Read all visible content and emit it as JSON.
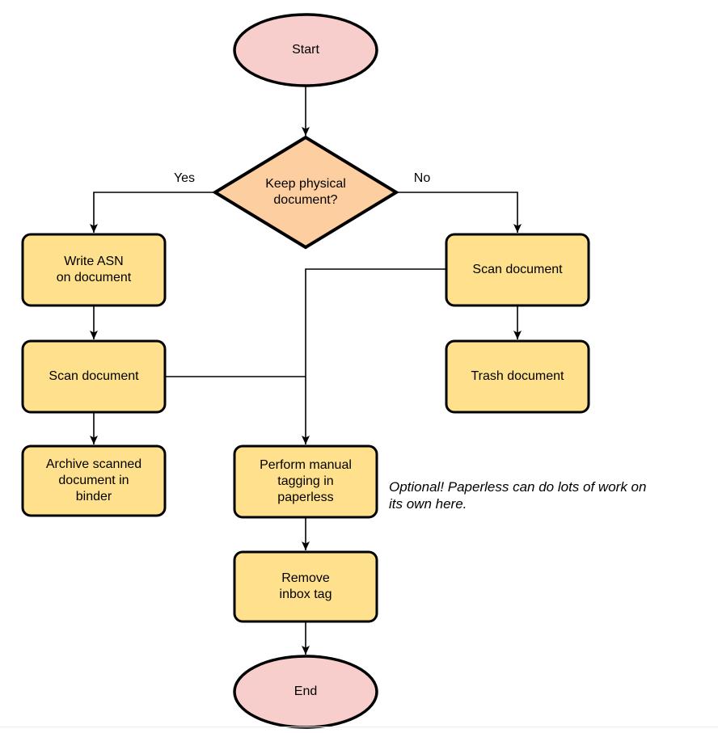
{
  "colors": {
    "terminal_fill": "#f8cecc",
    "decision_fill": "#fdce9f",
    "process_fill": "#ffe08c",
    "stroke": "#000000"
  },
  "nodes": {
    "start": {
      "label": "Start"
    },
    "decision": {
      "label": "Keep physical\ndocument?"
    },
    "write_asn": {
      "label": "Write ASN\non document"
    },
    "scan_left": {
      "label": "Scan document"
    },
    "archive": {
      "label": "Archive scanned\ndocument in\nbinder"
    },
    "scan_right": {
      "label": "Scan document"
    },
    "trash": {
      "label": "Trash document"
    },
    "tagging": {
      "label": "Perform manual\ntagging in\npaperless"
    },
    "remove_inbox": {
      "label": "Remove\ninbox tag"
    },
    "end": {
      "label": "End"
    }
  },
  "edge_labels": {
    "yes": "Yes",
    "no": "No"
  },
  "annotation": {
    "text": "Optional! Paperless can do lots of work on\nits own here."
  }
}
